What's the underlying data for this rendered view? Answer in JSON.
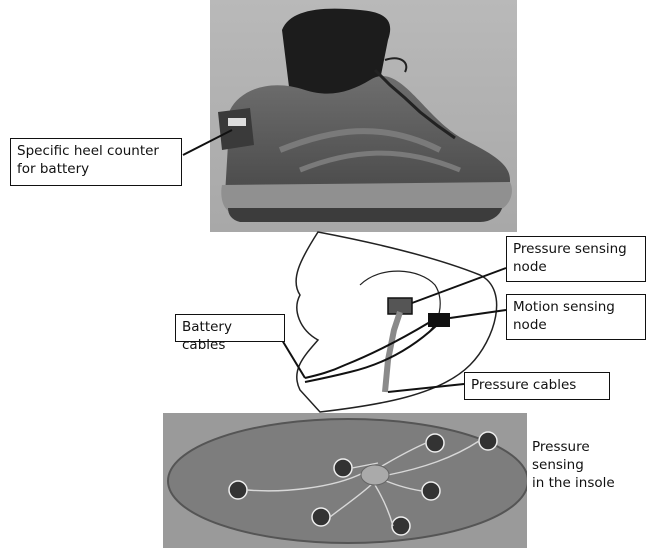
{
  "labels": {
    "heel_counter": "Specific heel counter\nfor battery",
    "pressure_node": "Pressure sensing\nnode",
    "motion_node": "Motion sensing\nnode",
    "battery_cables": "Battery cables",
    "pressure_cables": "Pressure cables",
    "insole_sensing": "Pressure\nsensing\nin the insole"
  }
}
